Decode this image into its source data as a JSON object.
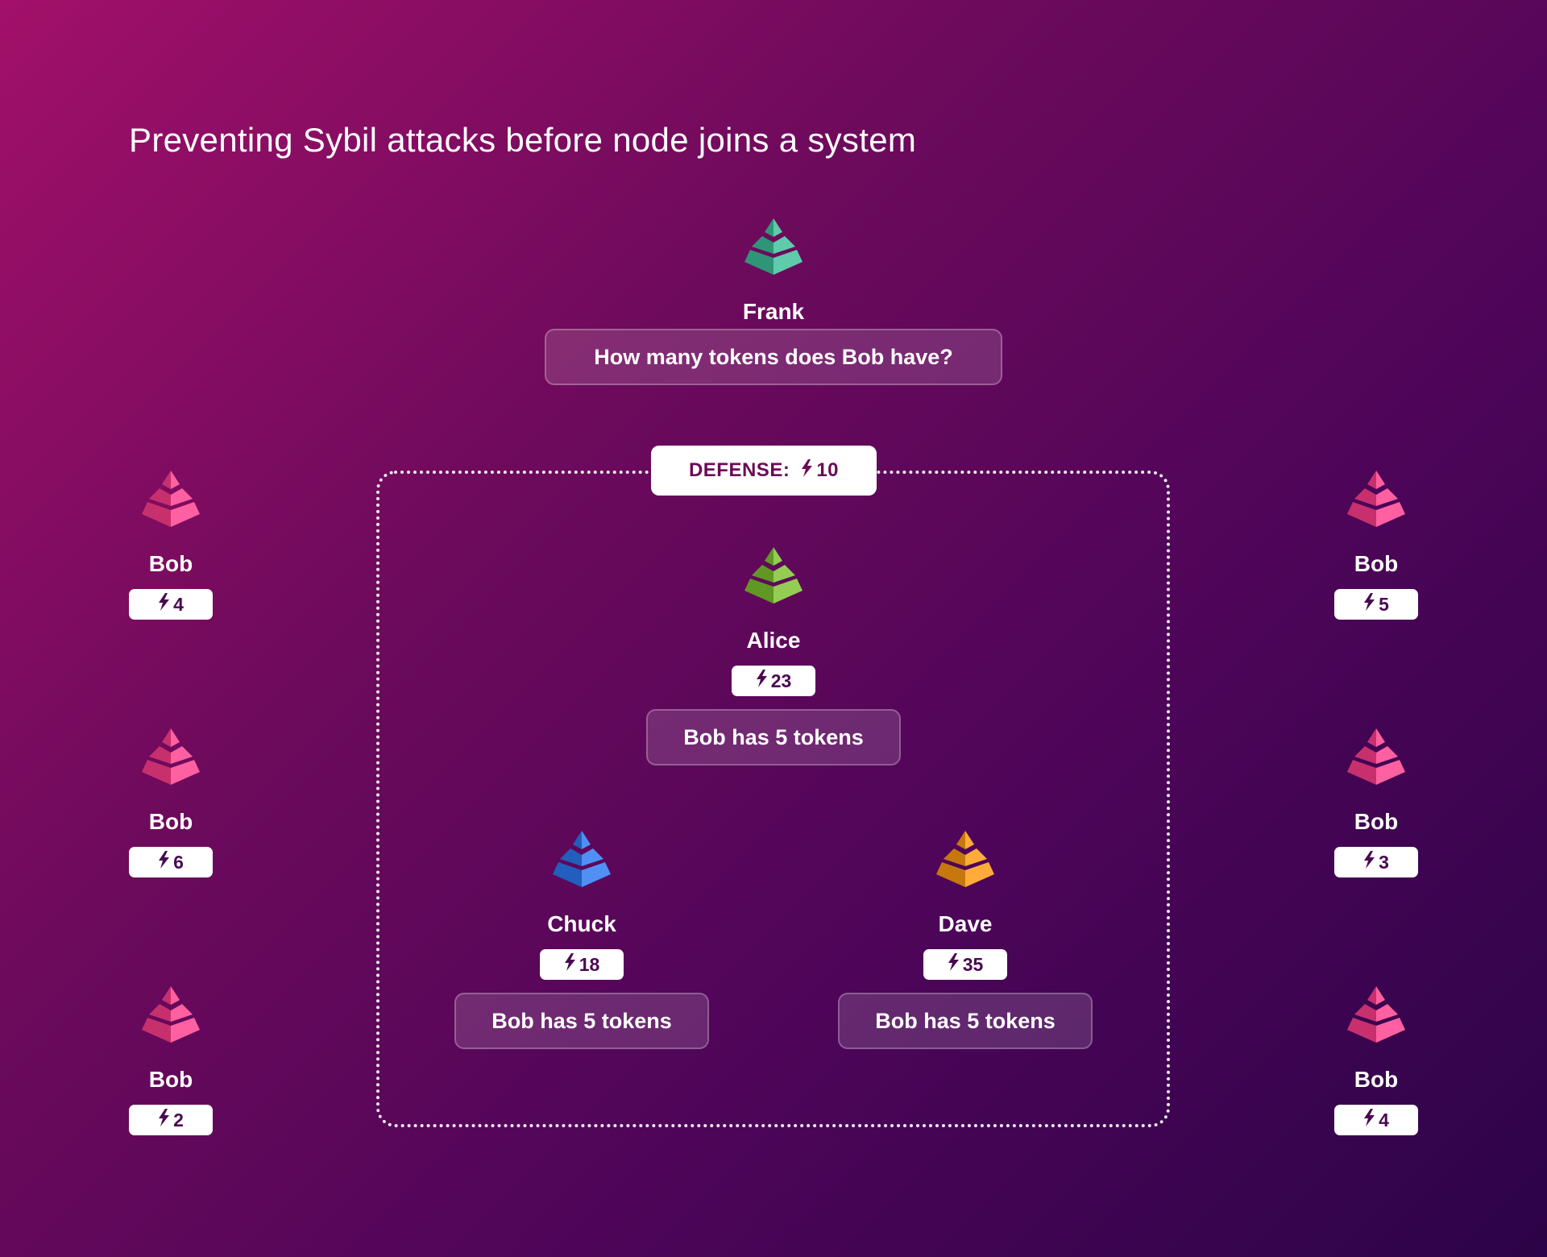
{
  "title": "Preventing Sybil attacks before node joins a system",
  "colors": {
    "frank": "#3cbf98",
    "alice": "#7cc12e",
    "chuck": "#2a78f2",
    "dave": "#ff9a10",
    "bob": "#ff3d8c",
    "badge_text": "#4a0a52"
  },
  "token_icon": "lightning-bolt-icon",
  "node_icon": "pyramid-icon",
  "defense": {
    "label": "DEFENSE:",
    "value": "10"
  },
  "frank": {
    "name": "Frank",
    "question": "How many tokens does Bob have?"
  },
  "alice": {
    "name": "Alice",
    "tokens": "23",
    "answer": "Bob has 5 tokens"
  },
  "chuck": {
    "name": "Chuck",
    "tokens": "18",
    "answer": "Bob has 5 tokens"
  },
  "dave": {
    "name": "Dave",
    "tokens": "35",
    "answer": "Bob has 5 tokens"
  },
  "sybils_left": [
    {
      "name": "Bob",
      "tokens": "4"
    },
    {
      "name": "Bob",
      "tokens": "6"
    },
    {
      "name": "Bob",
      "tokens": "2"
    }
  ],
  "sybils_right": [
    {
      "name": "Bob",
      "tokens": "5"
    },
    {
      "name": "Bob",
      "tokens": "3"
    },
    {
      "name": "Bob",
      "tokens": "4"
    }
  ]
}
